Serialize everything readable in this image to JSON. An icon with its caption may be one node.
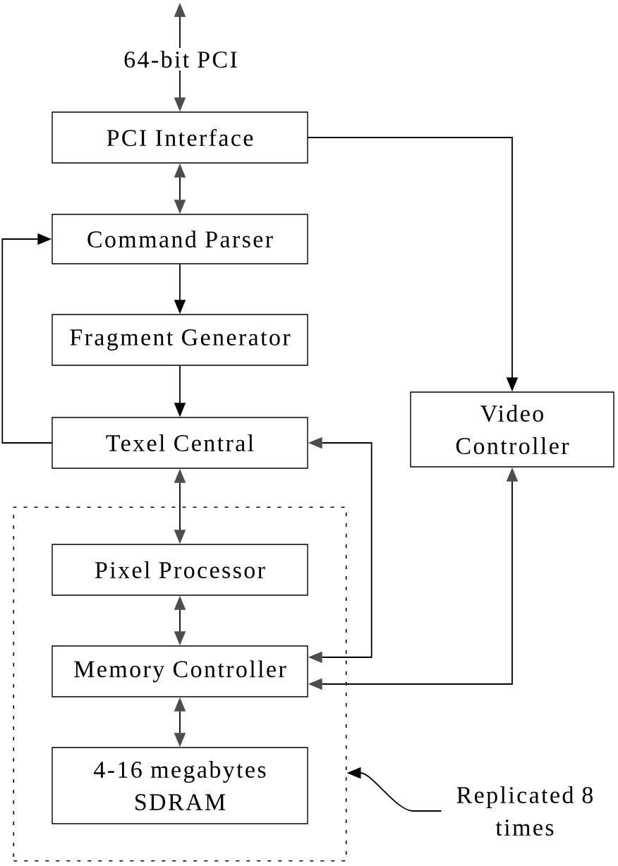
{
  "diagram": {
    "nodes": [
      {
        "text": [
          "PCI Interface"
        ]
      },
      {
        "text": [
          "Command Parser"
        ]
      },
      {
        "text": [
          "Fragment Generator"
        ]
      },
      {
        "text": [
          "Video Controller"
        ]
      },
      {
        "text": [
          "Texel Central"
        ]
      },
      {
        "text": [],
        "shape": "box"
      },
      {
        "text": [
          "Pixel Processor"
        ],
        "in": 5
      },
      {
        "text": [
          "Memory Controller"
        ],
        "in": 5
      },
      {
        "text": [
          "4-16 megabytes SDRAM"
        ],
        "in": 5
      },
      {
        "text": [
          "Replicated 8 times"
        ]
      }
    ],
    "edges": [
      {
        "from": null,
        "to": 0,
        "arrow": "both",
        "label": "64-bit PCI"
      },
      {
        "from": 0,
        "to": 1,
        "arrow": "both"
      },
      {
        "from": 1,
        "to": 2,
        "arrow": "to"
      },
      {
        "from": 2,
        "to": 4,
        "arrow": "to"
      },
      {
        "from": 4,
        "to": 1,
        "arrow": "to"
      },
      {
        "from": 0,
        "to": 3,
        "arrow": "to"
      },
      {
        "from": 4,
        "to": 6,
        "arrow": "both"
      },
      {
        "from": 6,
        "to": 7,
        "arrow": "both"
      },
      {
        "from": 7,
        "to": 8,
        "arrow": "both"
      },
      {
        "from": 4,
        "to": 7,
        "arrow": "both"
      },
      {
        "from": 3,
        "to": 7,
        "arrow": "both"
      },
      {
        "from": 9,
        "to": 5,
        "arrow": "to"
      }
    ]
  }
}
